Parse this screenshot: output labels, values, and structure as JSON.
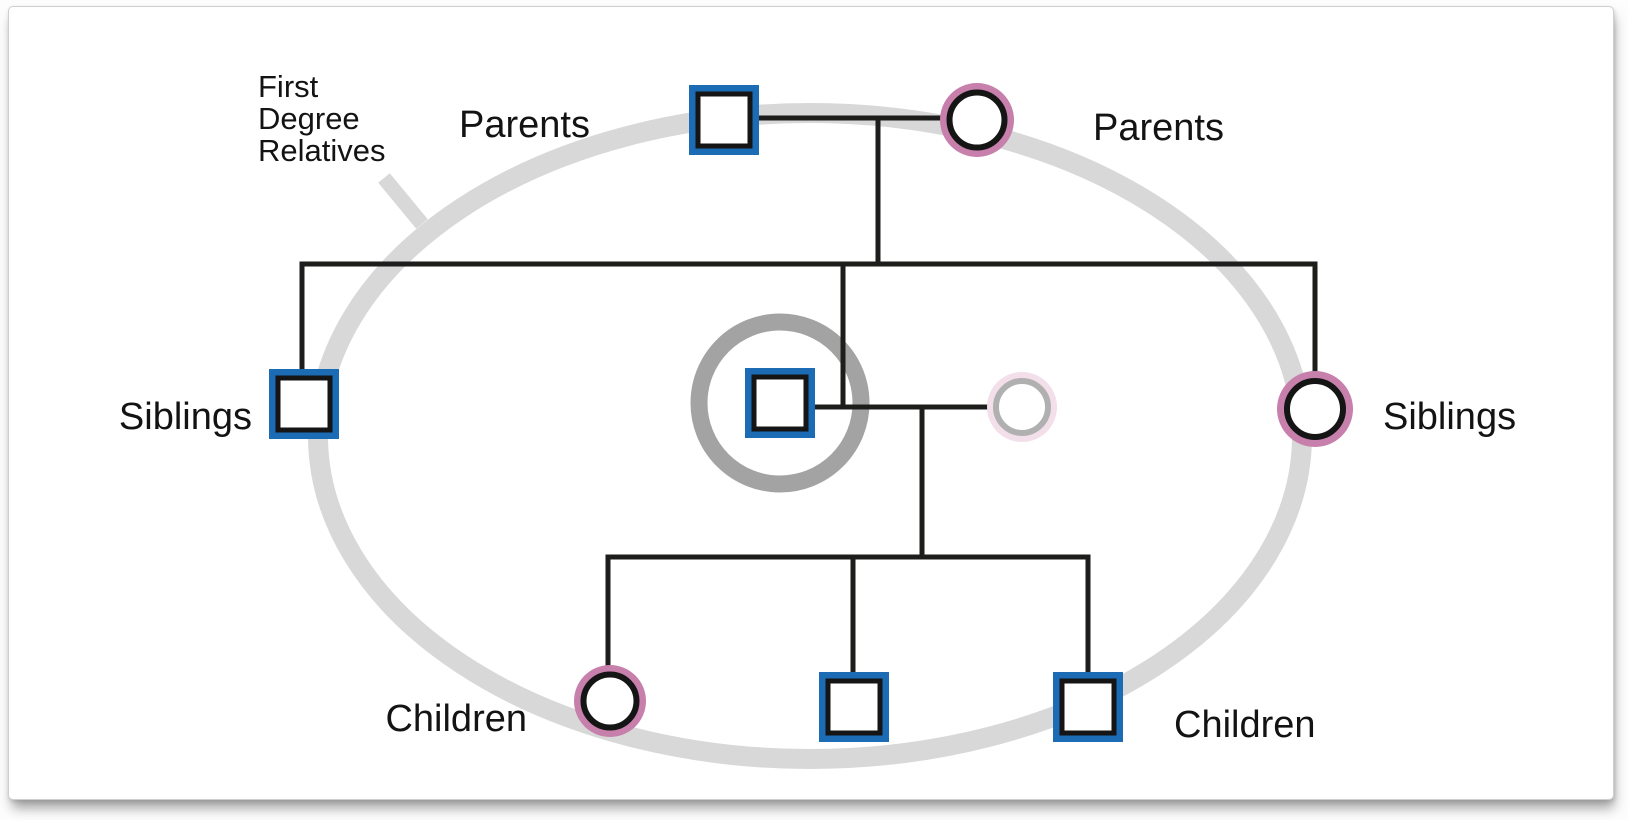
{
  "annotation": {
    "first_degree_line1": "First",
    "first_degree_line2": "Degree",
    "first_degree_line3": "Relatives"
  },
  "labels": {
    "parents_left": "Parents",
    "parents_right": "Parents",
    "siblings_left": "Siblings",
    "siblings_right": "Siblings",
    "children_left": "Children",
    "children_right": "Children"
  },
  "colors": {
    "male_symbol": "#1b6cb4",
    "female_symbol": "#c77fab",
    "proband_halo": "#a3a3a3",
    "partner_ring_outer": "#f3dfe9",
    "partner_ring_inner": "#b0b0b0",
    "boundary_ellipse": "#d8d8d8",
    "pedigree_line": "#1d1d1b",
    "text": "#131313"
  },
  "pedigree": {
    "type": "family-pedigree",
    "highlight": "first degree relatives enclosed by gray ellipse",
    "nodes": [
      {
        "id": "father",
        "shape": "square",
        "sex": "male",
        "generation": "parents",
        "inside_ellipse": true
      },
      {
        "id": "mother",
        "shape": "circle",
        "sex": "female",
        "generation": "parents",
        "inside_ellipse": true
      },
      {
        "id": "brother",
        "shape": "square",
        "sex": "male",
        "generation": "siblings",
        "inside_ellipse": true
      },
      {
        "id": "proband",
        "shape": "square",
        "sex": "male",
        "generation": "self",
        "halo": true,
        "inside_ellipse": true
      },
      {
        "id": "partner",
        "shape": "circle",
        "sex": "female",
        "generation": "self",
        "faded": true,
        "inside_ellipse": true
      },
      {
        "id": "sister",
        "shape": "circle",
        "sex": "female",
        "generation": "siblings",
        "inside_ellipse": true
      },
      {
        "id": "daughter",
        "shape": "circle",
        "sex": "female",
        "generation": "children",
        "inside_ellipse": true
      },
      {
        "id": "son_1",
        "shape": "square",
        "sex": "male",
        "generation": "children",
        "inside_ellipse": true
      },
      {
        "id": "son_2",
        "shape": "square",
        "sex": "male",
        "generation": "children",
        "inside_ellipse": true
      }
    ]
  }
}
